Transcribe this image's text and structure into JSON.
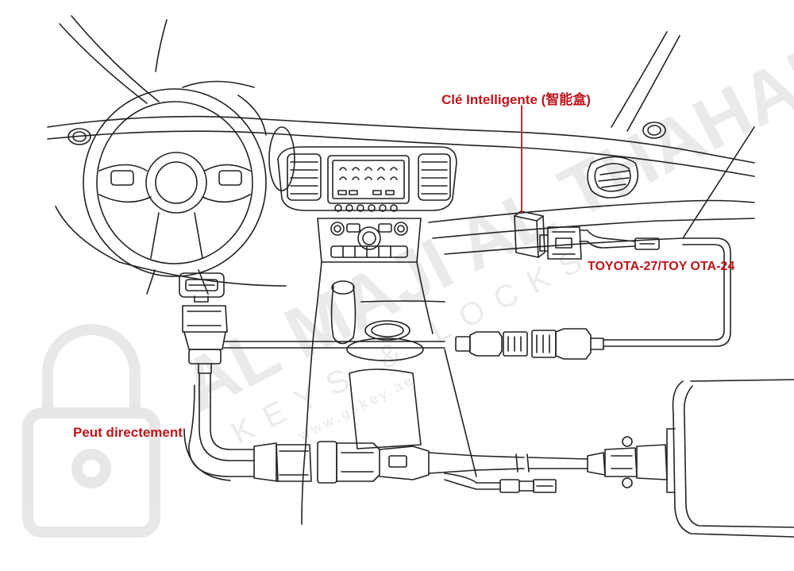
{
  "colors": {
    "label": "#c0141a",
    "line": "#222222",
    "watermark": "#d9d9d9"
  },
  "labels": {
    "smart_key_box": "Clé Intelligente (智能盒)",
    "toyota_cable": "TOYOTA-27/TOY OTA-24",
    "direct_connect": "Peut directement"
  },
  "watermark": {
    "brand": "AL MAJI AL THAHABI",
    "subtitle": "KEYS & LOCKS",
    "url": "www.gskey.ae"
  }
}
